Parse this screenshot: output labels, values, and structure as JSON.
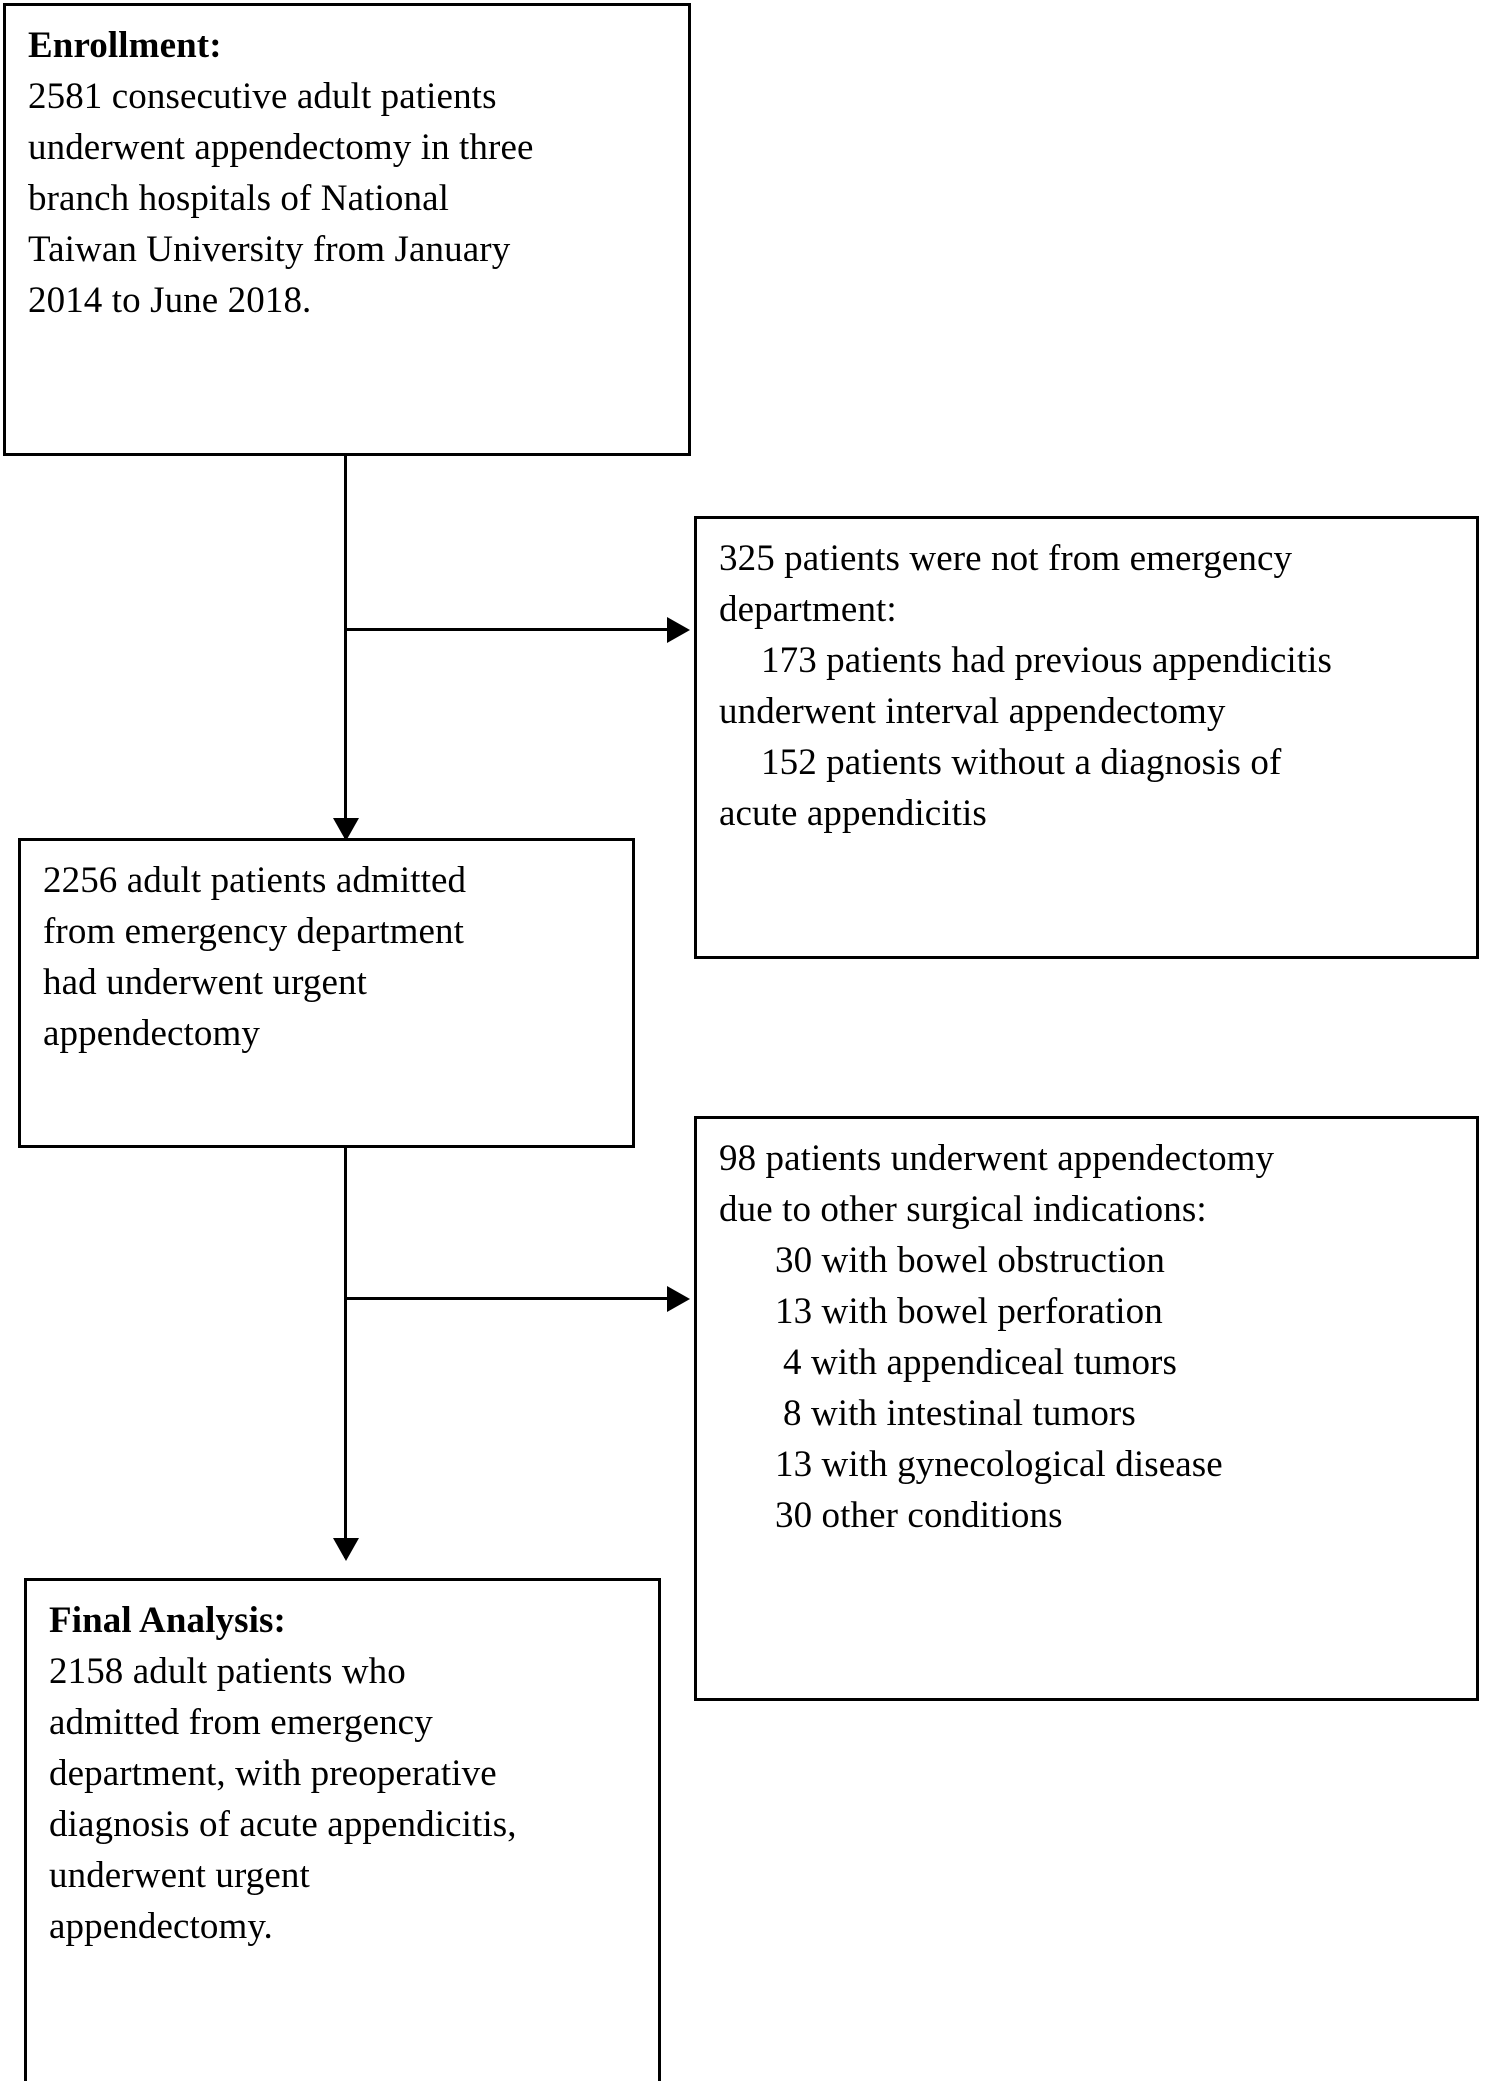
{
  "figure": {
    "type": "flowchart",
    "orientation": "vertical-with-right-exclusions",
    "nodes": [
      {
        "id": "enrollment",
        "heading": "Enrollment:",
        "lines": [
          "2581 consecutive adult patients",
          "underwent appendectomy in three",
          "branch hospitals of National",
          "Taiwan University from January",
          "2014 to June 2018."
        ],
        "count": 2581
      },
      {
        "id": "excluded-non-ed",
        "heading": "",
        "lines": [
          "325 patients were not from emergency",
          "department:",
          "    173 patients had previous appendicitis",
          "underwent interval appendectomy",
          "    152 patients without a diagnosis of",
          "acute appendicitis"
        ],
        "count": 325,
        "sub_counts": [
          173,
          152
        ]
      },
      {
        "id": "urgent-appendectomy",
        "heading": "",
        "lines": [
          "2256 adult patients admitted",
          "from emergency department",
          "had underwent urgent",
          "appendectomy"
        ],
        "count": 2256
      },
      {
        "id": "excluded-other-indications",
        "heading": "",
        "lines": [
          "98 patients underwent appendectomy",
          "due to other surgical indications:",
          "    30 with bowel obstruction",
          "    13 with bowel perforation",
          "     4 with appendiceal tumors",
          "     8 with intestinal tumors",
          "    13 with gynecological disease",
          "    30 other conditions"
        ],
        "count": 98,
        "sub_counts": [
          30,
          13,
          4,
          8,
          13,
          30
        ]
      },
      {
        "id": "final-analysis",
        "heading": "Final Analysis:",
        "lines": [
          "2158 adult patients who",
          "admitted from emergency",
          "department, with preoperative",
          "diagnosis of acute appendicitis,",
          "underwent urgent",
          "appendectomy."
        ],
        "count": 2158
      }
    ]
  },
  "enrollment": {
    "heading": "Enrollment:",
    "l1": "2581 consecutive adult patients",
    "l2": "underwent appendectomy in three",
    "l3": "branch hospitals of National",
    "l4": "Taiwan University from January",
    "l5": "2014 to June 2018."
  },
  "excluded_non_ed": {
    "l1": "325 patients were not from emergency",
    "l2": "department:",
    "l3": "173 patients had previous appendicitis",
    "l4": "underwent interval appendectomy",
    "l5": "152 patients without a diagnosis of",
    "l6": "acute appendicitis"
  },
  "urgent_appendectomy": {
    "l1": "2256 adult patients admitted",
    "l2": "from emergency department",
    "l3": "had underwent urgent",
    "l4": "appendectomy"
  },
  "excluded_other": {
    "l1": "98 patients underwent appendectomy",
    "l2": "due to other surgical indications:",
    "l3": "30 with bowel obstruction",
    "l4": "13 with bowel perforation",
    "l5": "4 with appendiceal tumors",
    "l6": "8 with intestinal tumors",
    "l7": "13 with gynecological disease",
    "l8": "30 other conditions"
  },
  "final_analysis": {
    "heading": "Final Analysis:",
    "l1": "2158 adult patients who",
    "l2": "admitted from emergency",
    "l3": "department, with preoperative",
    "l4": "diagnosis of acute appendicitis,",
    "l5": "underwent urgent",
    "l6": "appendectomy."
  },
  "colors": {
    "stroke": "#000000",
    "background": "#ffffff",
    "text": "#000000"
  }
}
